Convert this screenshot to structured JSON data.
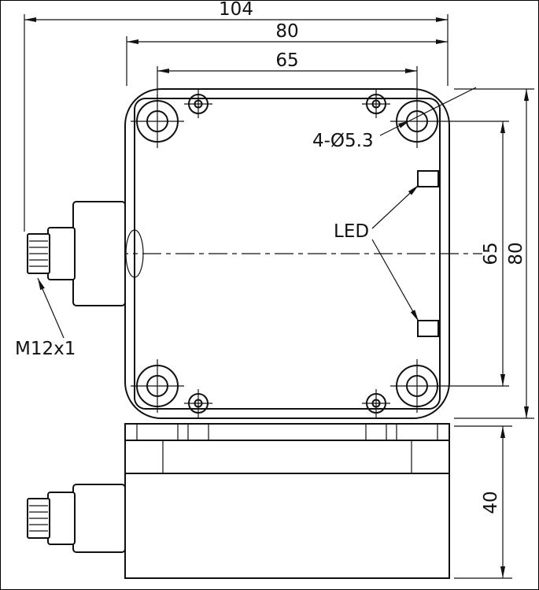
{
  "colors": {
    "line": "#111111",
    "background": "#ffffff"
  },
  "top_view": {
    "dim_overall_width": "104",
    "dim_body_width": "80",
    "dim_hole_spacing_h": "65",
    "dim_hole_spacing_v": "65",
    "dim_body_height": "80",
    "mounting_holes_callout": "4-Ø5.3",
    "led_callout": "LED",
    "thread_callout": "M12x1"
  },
  "side_view": {
    "dim_height": "40"
  }
}
